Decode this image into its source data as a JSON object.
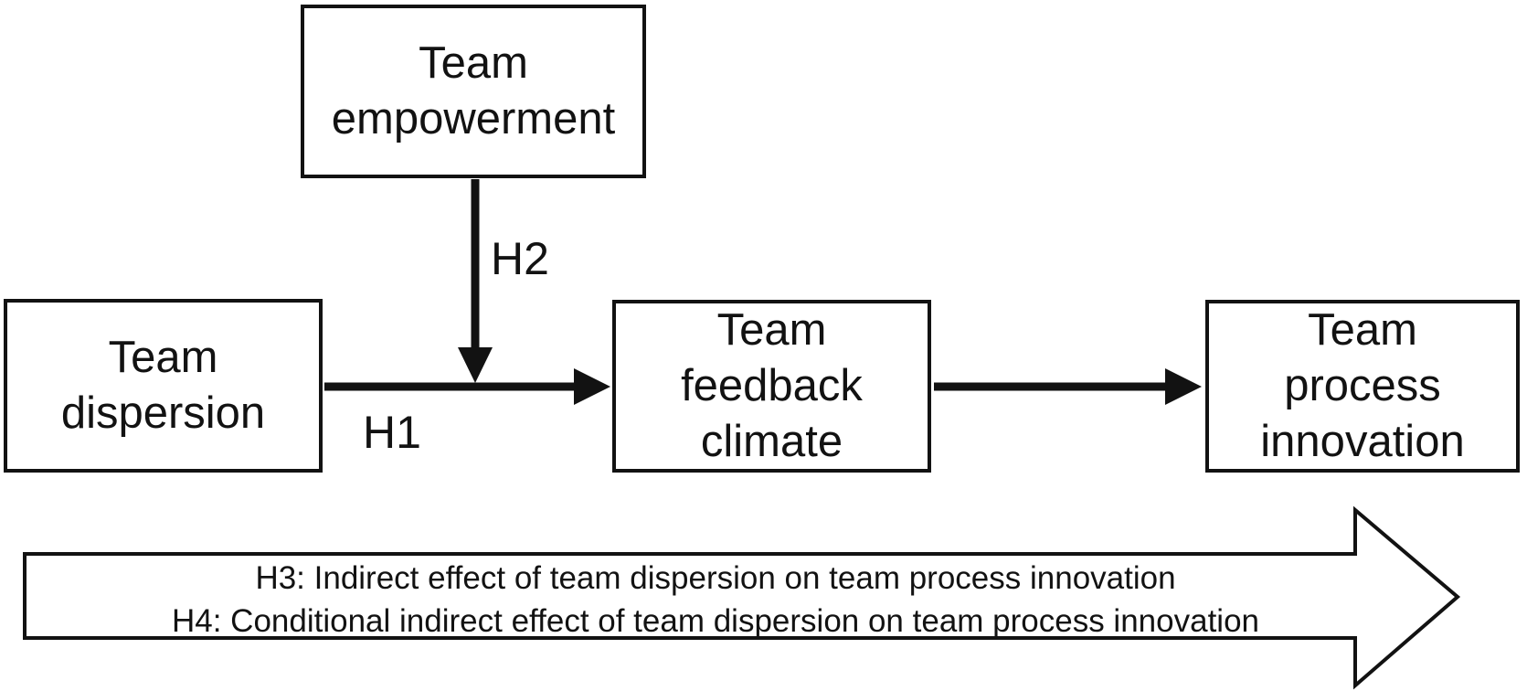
{
  "boxes": {
    "empowerment": {
      "label": "Team\nempowerment"
    },
    "dispersion": {
      "label": "Team\ndispersion"
    },
    "feedback": {
      "label": "Team\nfeedback\nclimate"
    },
    "innovation": {
      "label": "Team\nprocess\ninnovation"
    }
  },
  "path_labels": {
    "h1": "H1",
    "h2": "H2"
  },
  "summary_arrow": {
    "line1": "H3: Indirect effect of team dispersion on team process innovation",
    "line2": "H4: Conditional indirect effect of team dispersion on team process innovation"
  },
  "colors": {
    "ink": "#121212",
    "background": "#ffffff"
  }
}
